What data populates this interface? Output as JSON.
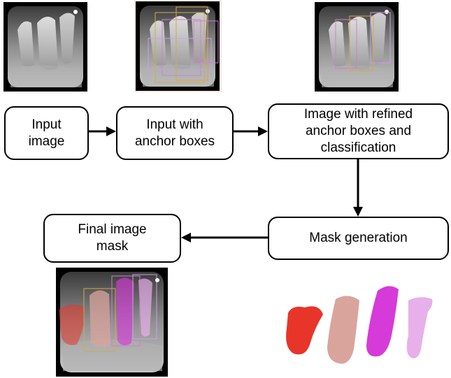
{
  "diagram": {
    "nodes": [
      {
        "id": "input",
        "label": "Input\nimage"
      },
      {
        "id": "anchors",
        "label": "Input with\nanchor boxes"
      },
      {
        "id": "refined",
        "label": "Image with refined\nanchor boxes and\nclassification"
      },
      {
        "id": "mask_generation",
        "label": "Mask generation"
      },
      {
        "id": "final_mask",
        "label": "Final image\nmask"
      }
    ],
    "edges": [
      {
        "from": "input",
        "to": "anchors"
      },
      {
        "from": "anchors",
        "to": "refined"
      },
      {
        "from": "refined",
        "to": "mask_generation"
      },
      {
        "from": "mask_generation",
        "to": "final_mask"
      }
    ],
    "images": [
      {
        "name": "dental-xray-input",
        "depicts": "input"
      },
      {
        "name": "dental-xray-anchor-boxes",
        "depicts": "anchors"
      },
      {
        "name": "dental-xray-refined-boxes",
        "depicts": "refined"
      },
      {
        "name": "dental-xray-masked",
        "depicts": "final_mask"
      },
      {
        "name": "tooth-masks",
        "depicts": "mask_generation"
      }
    ],
    "mask_colors": [
      "#e8352a",
      "#d9a49c",
      "#d63ad8",
      "#e7b0ea"
    ],
    "anchor_box_colors": [
      "#d4a94a",
      "#cf7fcf",
      "#c9a0e6"
    ]
  }
}
